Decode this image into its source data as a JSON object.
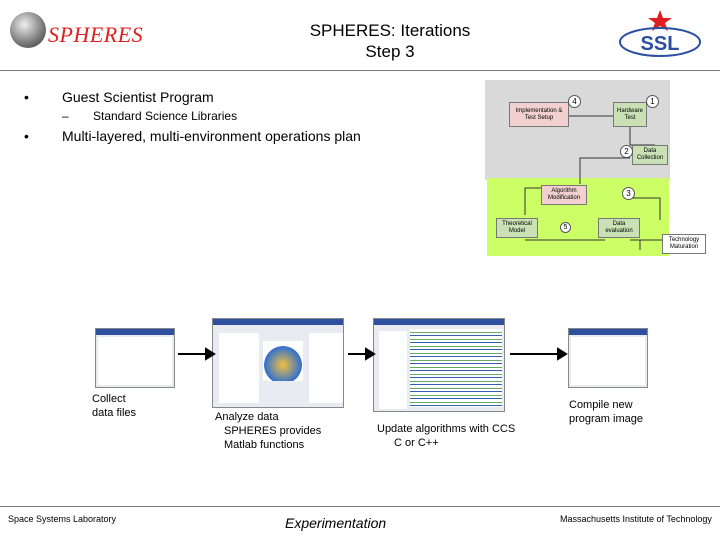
{
  "header": {
    "logo_text": "SPHERES",
    "title_line1": "SPHERES: Iterations",
    "title_line2": "Step 3"
  },
  "bullets": {
    "b1": "Guest Scientist Program",
    "b1_sub": "Standard Science Libraries",
    "b2": "Multi-layered, multi-environment operations plan"
  },
  "diagram": {
    "impl": "Implementation & Test Setup",
    "hw": "Hardware Test",
    "data_collection": "Data Collection",
    "algo": "Algorithm Modification",
    "theory": "Theoretical Model",
    "data_eval": "Data evaluation",
    "tech": "Technology Maturation",
    "n1": "1",
    "n2": "2",
    "n3": "3",
    "n4": "4",
    "n5": "5"
  },
  "steps": {
    "collect_l1": "Collect",
    "collect_l2": "data files",
    "analyze_l1": "Analyze data",
    "analyze_l2": "SPHERES provides",
    "analyze_l3": "Matlab functions",
    "update_l1": "Update algorithms with CCS",
    "update_l2": "C or C++",
    "compile_l1": "Compile new",
    "compile_l2": "program image"
  },
  "footer": {
    "left": "Space Systems Laboratory",
    "center": "Experimentation",
    "right": "Massachusetts Institute of Technology"
  },
  "colors": {
    "pink": "#f2d0d0",
    "green_box": "#c9e1b4",
    "green_bg": "#ccff66",
    "logo_red": "#e02020"
  }
}
